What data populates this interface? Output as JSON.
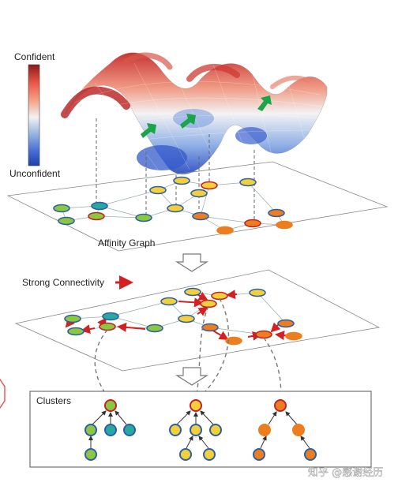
{
  "colorbar": {
    "top_label": "Confident",
    "bottom_label": "Unconfident",
    "gradient": [
      "#8b1a1a",
      "#e8574a",
      "#f4a58a",
      "#f2f2f2",
      "#9ab7e0",
      "#4a6fd6",
      "#1f3fa8"
    ]
  },
  "graph_panel": {
    "label": "Affinity Graph"
  },
  "connectivity_panel": {
    "legend_label": "Strong Connectivity",
    "arrow_color": "#d42020"
  },
  "clusters_panel": {
    "title": "Clusters"
  },
  "watermark": "知乎 @感谢经历",
  "colors": {
    "green": "#8cc83f",
    "teal": "#2aa7a0",
    "yellow": "#f3cf3a",
    "orange": "#ee7d1e",
    "node_border_blue": "#2c5fa8",
    "node_border_red": "#c02424",
    "up_arrow_green": "#1aa54a"
  }
}
